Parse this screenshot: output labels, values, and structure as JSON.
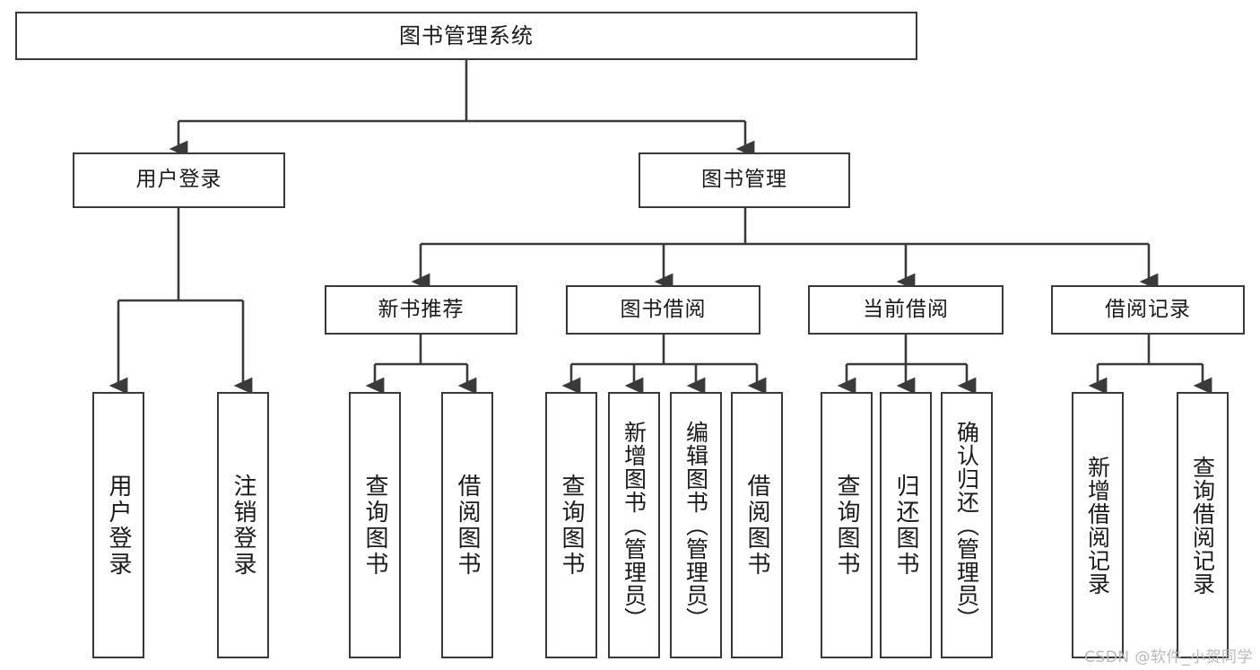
{
  "diagram": {
    "type": "tree",
    "title": "图书管理系统",
    "watermark": "CSDN @软件_小贺同学",
    "colors": {
      "box_border": "#3a3a3a",
      "box_fill": "#ffffff",
      "edge": "#3a3a3a",
      "text": "#1a1a1a",
      "watermark": "#b9b9b9",
      "background": "#ffffff"
    },
    "nodes": {
      "root": {
        "label": "图书管理系统"
      },
      "level2": [
        {
          "label": "用户登录"
        },
        {
          "label": "图书管理"
        }
      ],
      "level3": [
        {
          "label": "新书推荐"
        },
        {
          "label": "图书借阅"
        },
        {
          "label": "当前借阅"
        },
        {
          "label": "借阅记录"
        }
      ],
      "leaves": {
        "user_login": [
          {
            "label": "用户登录"
          },
          {
            "label": "注销登录"
          }
        ],
        "new_book": [
          {
            "label": "查询图书"
          },
          {
            "label": "借阅图书"
          }
        ],
        "book_borrow": [
          {
            "label": "查询图书"
          },
          {
            "label": "新增图书（管理员）"
          },
          {
            "label": "编辑图书（管理员）"
          },
          {
            "label": "借阅图书"
          }
        ],
        "current_borrow": [
          {
            "label": "查询图书"
          },
          {
            "label": "归还图书"
          },
          {
            "label": "确认归还（管理员）"
          }
        ],
        "borrow_record": [
          {
            "label": "新增借阅记录"
          },
          {
            "label": "查询借阅记录"
          }
        ]
      }
    }
  }
}
